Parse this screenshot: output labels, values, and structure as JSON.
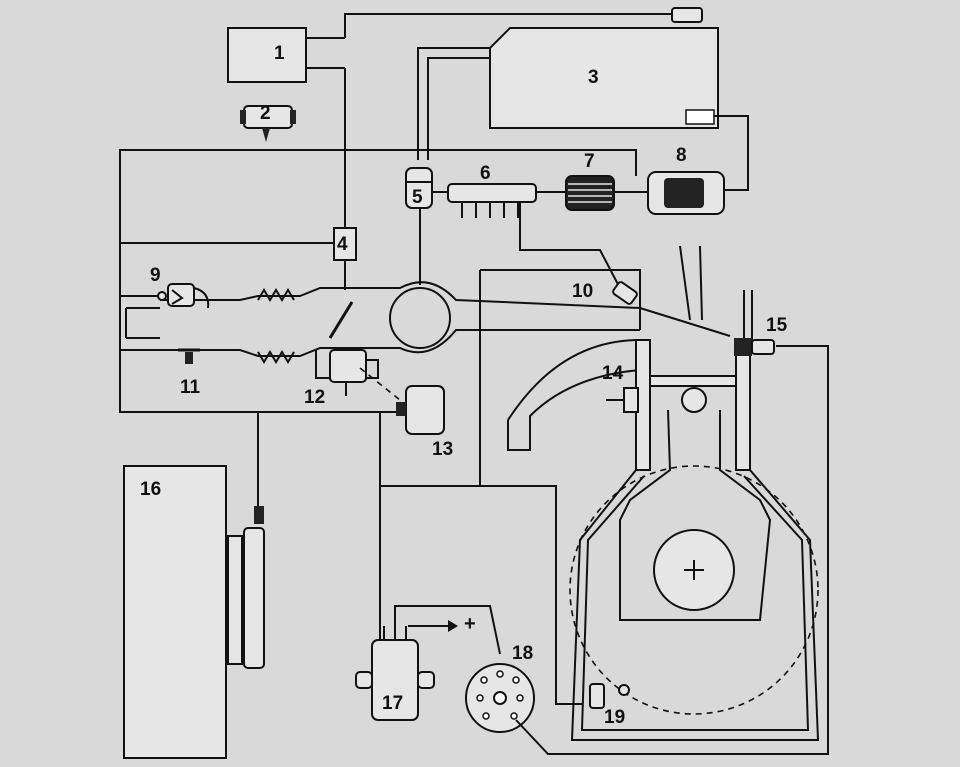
{
  "components": [
    {
      "id": "1",
      "label": "1"
    },
    {
      "id": "2",
      "label": "2"
    },
    {
      "id": "3",
      "label": "3"
    },
    {
      "id": "4",
      "label": "4"
    },
    {
      "id": "5",
      "label": "5"
    },
    {
      "id": "6",
      "label": "6"
    },
    {
      "id": "7",
      "label": "7"
    },
    {
      "id": "8",
      "label": "8"
    },
    {
      "id": "9",
      "label": "9"
    },
    {
      "id": "10",
      "label": "10"
    },
    {
      "id": "11",
      "label": "11"
    },
    {
      "id": "12",
      "label": "12"
    },
    {
      "id": "13",
      "label": "13"
    },
    {
      "id": "14",
      "label": "14"
    },
    {
      "id": "15",
      "label": "15"
    },
    {
      "id": "16",
      "label": "16"
    },
    {
      "id": "17",
      "label": "17"
    },
    {
      "id": "18",
      "label": "18"
    },
    {
      "id": "19",
      "label": "19"
    }
  ],
  "symbols": {
    "coil_output_sign": "+"
  },
  "colors": {
    "background": "#d9d9d9",
    "line": "#111111",
    "fill_light": "#e6e6e6",
    "fill_dark": "#222222"
  }
}
